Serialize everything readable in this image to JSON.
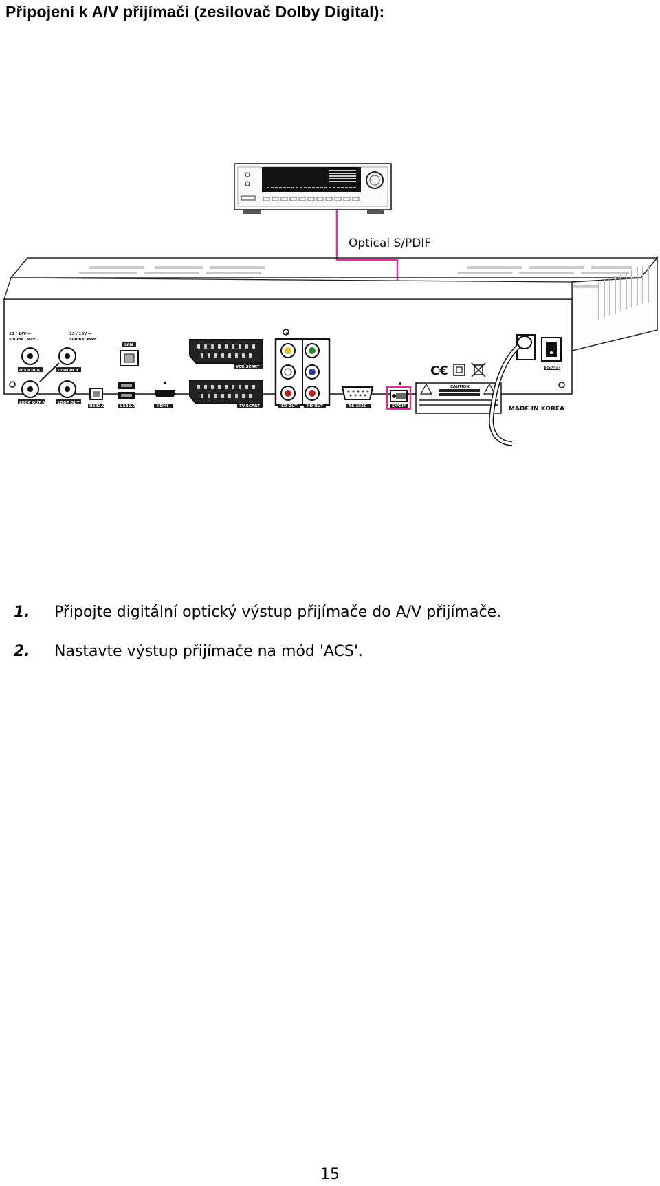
{
  "page": {
    "title": "Připojení k A/V přijímači (zesilovač Dolby Digital):",
    "page_number": "15"
  },
  "figure": {
    "cable_label": "Optical S/PDIF",
    "cable_color": "#d6349c",
    "rear_panel": {
      "lnb_a_power": "13 / 14V ⎓",
      "lnb_a_current": "500mA. Max",
      "lnb_b_power": "13 / 18V ⎓",
      "lnb_b_current": "500mA. Max",
      "dish_in_a": "DISH IN A",
      "dish_in_b": "DISH IN B",
      "loop_out_a": "LOOP OUT A",
      "loop_out_b": "LOOP OUT B",
      "lan": "LAN",
      "usb_1": "USB2.0",
      "usb_2": "USB2.0",
      "hdmi": "HDMI",
      "vcr_scart": "VCR SCART",
      "tv_scart": "TV SCART",
      "sd_out": "SD OUT",
      "hd_out": "HD OUT",
      "rs232": "RS-232C",
      "spdif": "S/PDIF",
      "caution": "CAUTION",
      "power": "POWER",
      "made_in": "MADE IN KOREA"
    }
  },
  "steps": [
    {
      "number": "1.",
      "text": "Připojte digitální optický výstup přijímače do A/V přijímače."
    },
    {
      "number": "2.",
      "text": "Nastavte výstup přijímače na mód 'ACS'."
    }
  ]
}
